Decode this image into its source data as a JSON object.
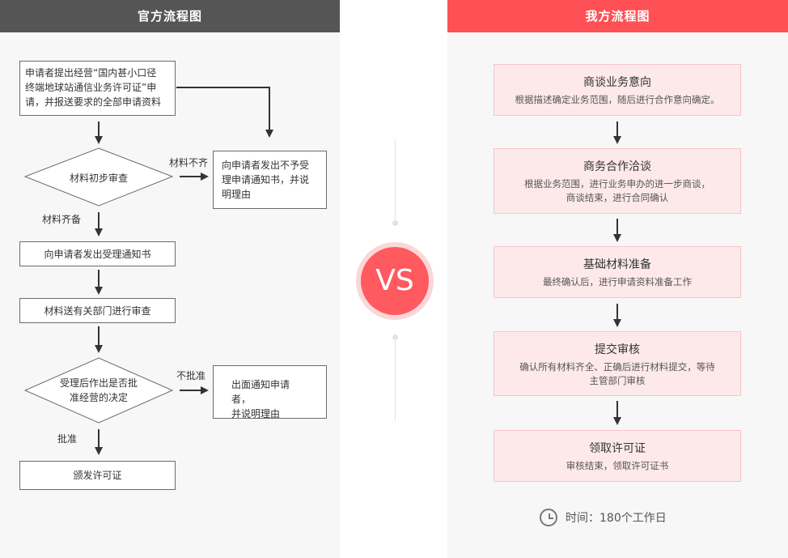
{
  "left": {
    "title": "官方流程图",
    "box_apply": [
      "申请者提出经营“国内甚小口径",
      "终端地球站通信业务许可证”申",
      "请，并报送要求的全部申请资料"
    ],
    "diamond_review": "材料初步审查",
    "label_incomplete": "材料不齐",
    "box_reject_notice": [
      "向申请者发出不予受",
      "理申请通知书，并说",
      "明理由"
    ],
    "label_complete": "材料齐备",
    "box_accept_notice": "向申请者发出受理通知书",
    "box_dept_review": "材料送有关部门进行审查",
    "diamond_decision": [
      "受理后作出是否批",
      "准经营的决定"
    ],
    "label_not_approved": "不批准",
    "box_denied_notice": [
      "出面通知申请者，",
      "并说明理由"
    ],
    "label_approved": "批准",
    "box_issue": "颁发许可证"
  },
  "vs": "VS",
  "right": {
    "title": "我方流程图",
    "steps": [
      {
        "title": "商谈业务意向",
        "desc": "根据描述确定业务范围，随后进行合作意向确定。"
      },
      {
        "title": "商务合作洽谈",
        "desc1": "根据业务范围，进行业务申办的进一步商谈，",
        "desc2": "商谈结束，进行合同确认"
      },
      {
        "title": "基础材料准备",
        "desc": "最终确认后，进行申请资料准备工作"
      },
      {
        "title": "提交审核",
        "desc1": "确认所有材料齐全、正确后进行材料提交，等待",
        "desc2": "主管部门审核"
      },
      {
        "title": "领取许可证",
        "desc": "审核结束，领取许可证书"
      }
    ],
    "time_text": "时间：180个工作日",
    "clock_icon": "clock-icon"
  },
  "colors": {
    "accent": "#fe5055",
    "dark_header": "#555555",
    "step_bg": "#fde9ea"
  }
}
